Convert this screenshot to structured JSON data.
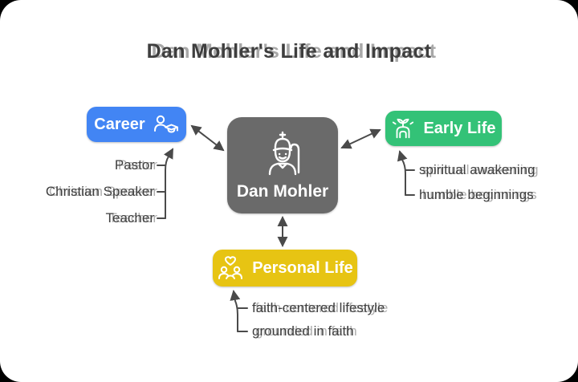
{
  "title": "Dan Mohler's Life and Impact",
  "center": {
    "label": "Dan Mohler",
    "icon": "pastor-icon"
  },
  "branches": {
    "career": {
      "label": "Career",
      "icon": "teacher-graduate-icon",
      "color": "#4285F4",
      "items": [
        "Pastor",
        "Christian Speaker",
        "Teacher"
      ]
    },
    "early_life": {
      "label": "Early Life",
      "icon": "growth-sprout-icon",
      "color": "#33C277",
      "items": [
        "spiritual awakening",
        "humble beginnings"
      ]
    },
    "personal_life": {
      "label": "Personal Life",
      "icon": "family-heart-icon",
      "color": "#E7C413",
      "items": [
        "faith-centered lifestyle",
        "grounded in faith"
      ]
    }
  },
  "connector_color": "#4a4a4a"
}
